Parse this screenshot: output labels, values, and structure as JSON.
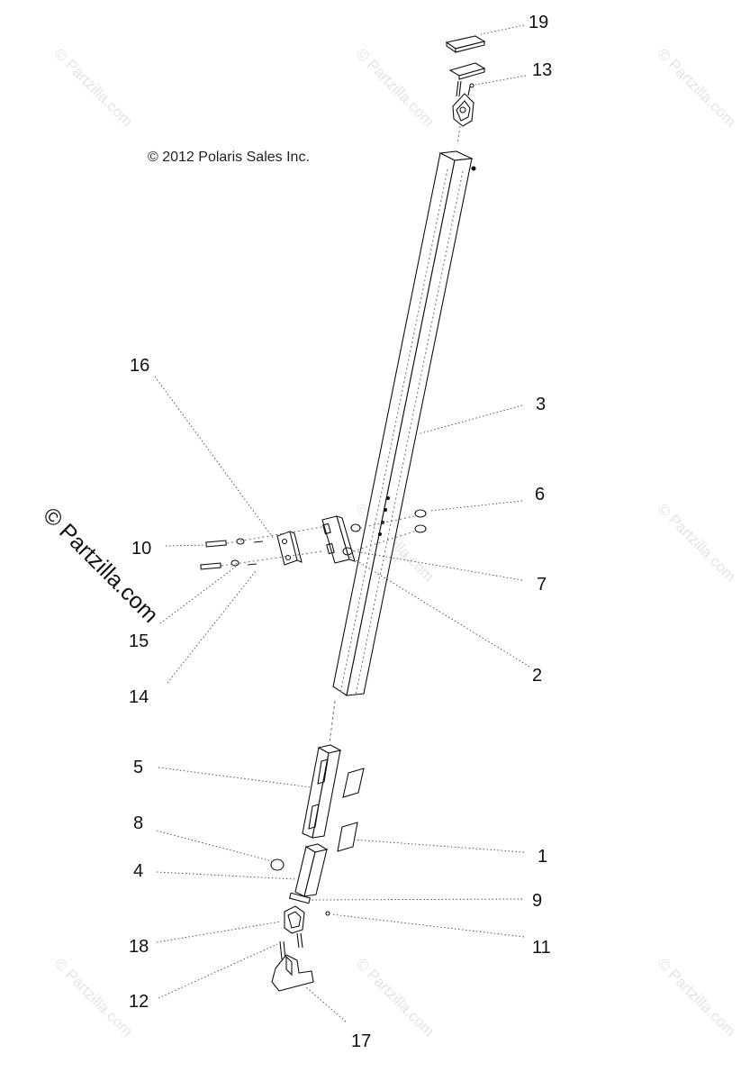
{
  "copyright": "© 2012 Polaris Sales Inc.",
  "watermark": {
    "small": "© Partzilla.com",
    "large": "© Partzilla.com"
  },
  "callouts": {
    "c1": "1",
    "c2": "2",
    "c3": "3",
    "c4": "4",
    "c5": "5",
    "c6": "6",
    "c7": "7",
    "c8": "8",
    "c9": "9",
    "c10": "10",
    "c11": "11",
    "c12": "12",
    "c13": "13",
    "c14": "14",
    "c15": "15",
    "c16": "16",
    "c17": "17",
    "c18": "18",
    "c19": "19"
  }
}
